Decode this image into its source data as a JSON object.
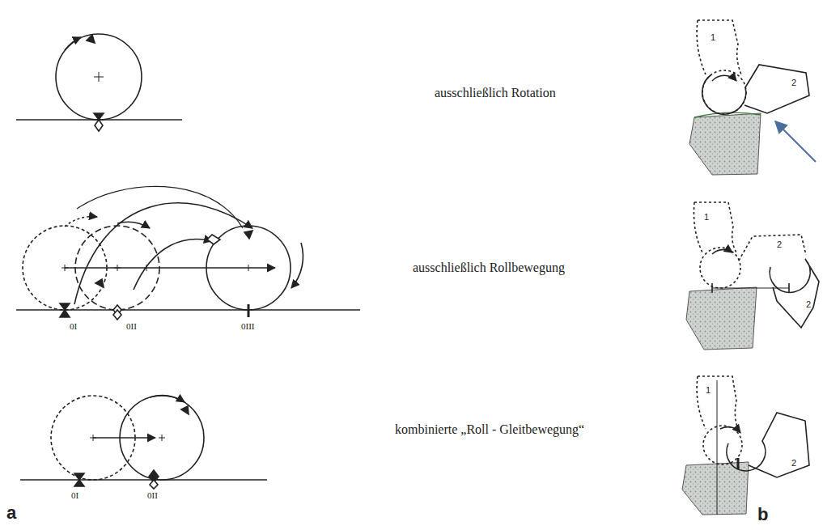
{
  "diagram": {
    "labels": [
      "ausschließlich Rotation",
      "ausschließlich Rollbewegung",
      "kombinierte „Roll - Gleitbewegung“",
      "0I",
      "0II",
      "0III",
      "0I",
      "0II",
      "a",
      "b",
      "1",
      "2",
      "1",
      "2",
      "2",
      "1",
      "2"
    ]
  }
}
